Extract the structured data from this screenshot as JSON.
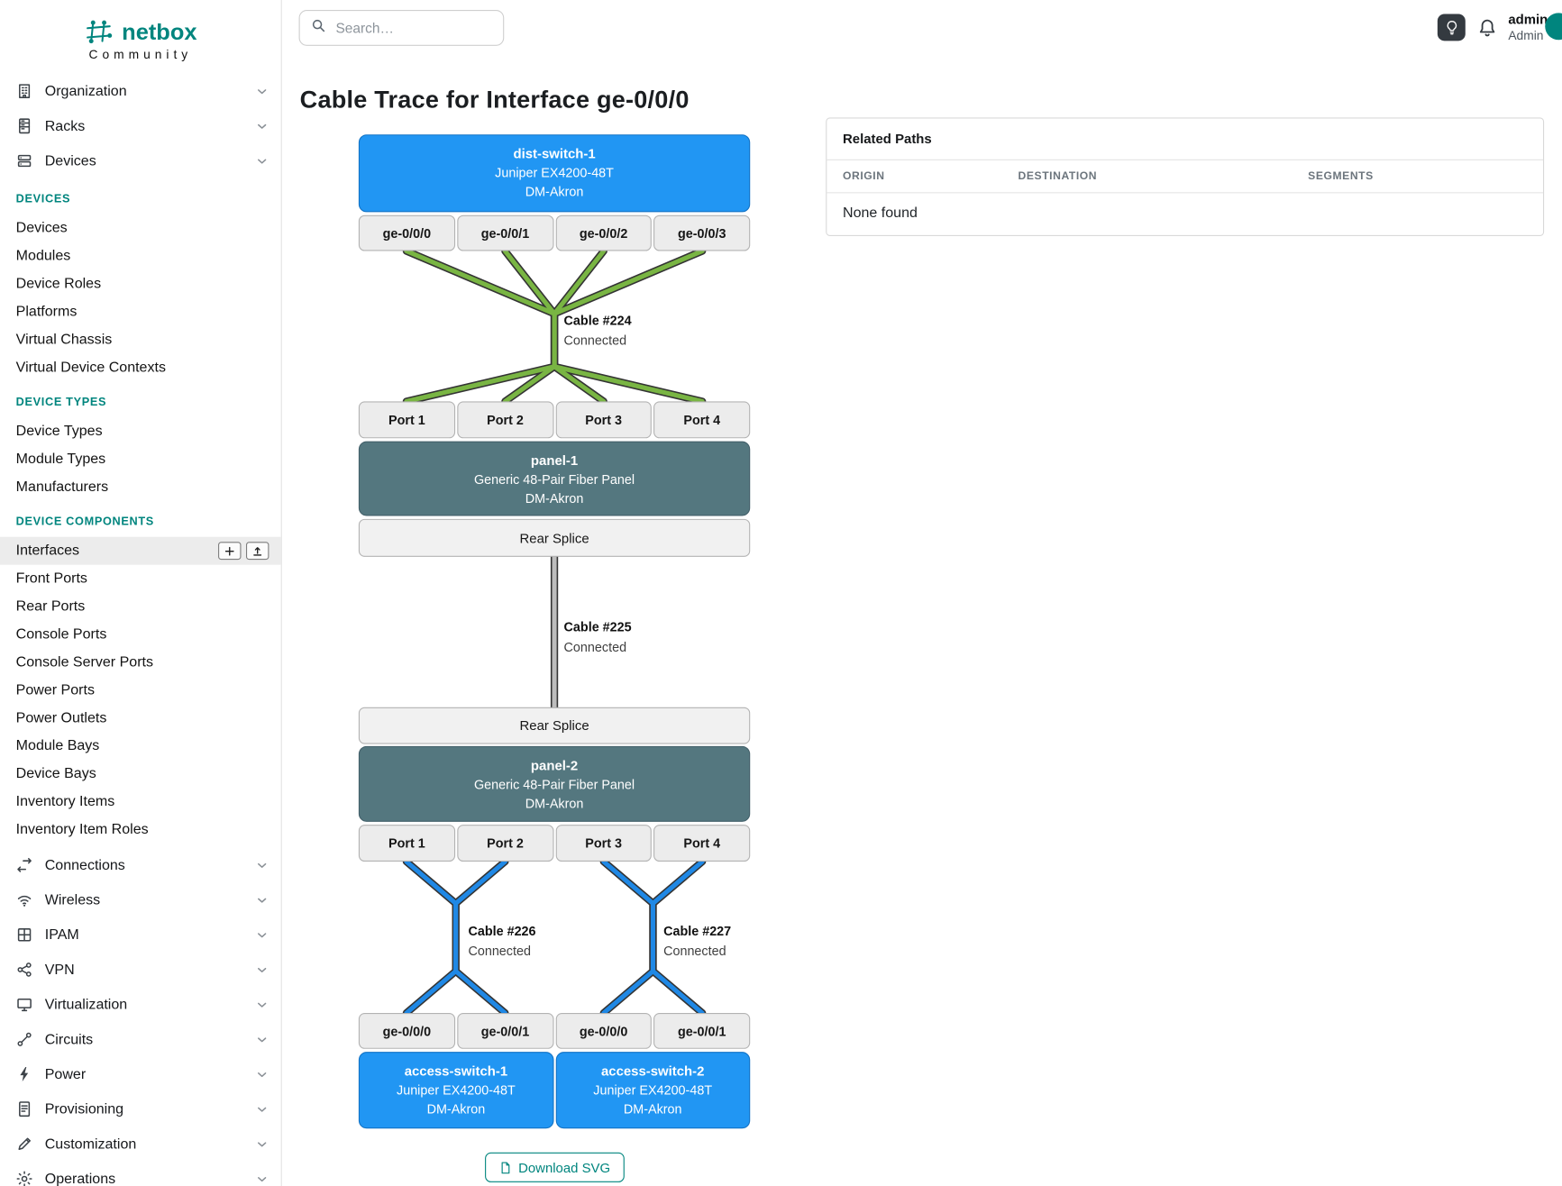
{
  "colors": {
    "accent": "#00857e",
    "device_node": "#2196f3",
    "panel_node": "#54777f",
    "cable_green": "#79b543",
    "cable_blue": "#1f88e5",
    "cable_gray": "#bdbdbd"
  },
  "brand": {
    "name": "netbox",
    "subtitle": "Community"
  },
  "topbar": {
    "search_placeholder": "Search…",
    "user_name": "admin",
    "user_role": "Admin"
  },
  "page_title": "Cable Trace for Interface ge-0/0/0",
  "sidebar": {
    "groups_top": [
      {
        "label": "Organization",
        "icon": "building-icon"
      },
      {
        "label": "Racks",
        "icon": "rack-icon"
      },
      {
        "label": "Devices",
        "icon": "devices-icon"
      }
    ],
    "sections": [
      {
        "heading": "DEVICES",
        "items": [
          "Devices",
          "Modules",
          "Device Roles",
          "Platforms",
          "Virtual Chassis",
          "Virtual Device Contexts"
        ]
      },
      {
        "heading": "DEVICE TYPES",
        "items": [
          "Device Types",
          "Module Types",
          "Manufacturers"
        ]
      },
      {
        "heading": "DEVICE COMPONENTS",
        "active": "Interfaces",
        "items": [
          "Interfaces",
          "Front Ports",
          "Rear Ports",
          "Console Ports",
          "Console Server Ports",
          "Power Ports",
          "Power Outlets",
          "Module Bays",
          "Device Bays",
          "Inventory Items",
          "Inventory Item Roles"
        ]
      }
    ],
    "groups_bottom": [
      {
        "label": "Connections",
        "icon": "connections-icon"
      },
      {
        "label": "Wireless",
        "icon": "wireless-icon"
      },
      {
        "label": "IPAM",
        "icon": "ipam-icon"
      },
      {
        "label": "VPN",
        "icon": "vpn-icon"
      },
      {
        "label": "Virtualization",
        "icon": "virtualization-icon"
      },
      {
        "label": "Circuits",
        "icon": "circuits-icon"
      },
      {
        "label": "Power",
        "icon": "power-icon"
      },
      {
        "label": "Provisioning",
        "icon": "provisioning-icon"
      },
      {
        "label": "Customization",
        "icon": "customization-icon"
      },
      {
        "label": "Operations",
        "icon": "operations-icon"
      }
    ]
  },
  "related_paths": {
    "title": "Related Paths",
    "columns": [
      "ORIGIN",
      "DESTINATION",
      "SEGMENTS"
    ],
    "empty_text": "None found"
  },
  "trace": {
    "nodes": {
      "dist_switch": {
        "name": "dist-switch-1",
        "model": "Juniper EX4200-48T",
        "site": "DM-Akron"
      },
      "panel1": {
        "name": "panel-1",
        "model": "Generic 48-Pair Fiber Panel",
        "site": "DM-Akron"
      },
      "panel2": {
        "name": "panel-2",
        "model": "Generic 48-Pair Fiber Panel",
        "site": "DM-Akron"
      },
      "access_switch_1": {
        "name": "access-switch-1",
        "model": "Juniper EX4200-48T",
        "site": "DM-Akron"
      },
      "access_switch_2": {
        "name": "access-switch-2",
        "model": "Juniper EX4200-48T",
        "site": "DM-Akron"
      }
    },
    "if_row_top": [
      "ge-0/0/0",
      "ge-0/0/1",
      "ge-0/0/2",
      "ge-0/0/3"
    ],
    "port_row_top": [
      "Port 1",
      "Port 2",
      "Port 3",
      "Port 4"
    ],
    "rear_splice": "Rear Splice",
    "port_row_bottom": [
      "Port 1",
      "Port 2",
      "Port 3",
      "Port 4"
    ],
    "if_row_bottom": [
      "ge-0/0/0",
      "ge-0/0/1",
      "ge-0/0/0",
      "ge-0/0/1"
    ],
    "cables": [
      {
        "label": "Cable #224",
        "status": "Connected"
      },
      {
        "label": "Cable #225",
        "status": "Connected"
      },
      {
        "label": "Cable #226",
        "status": "Connected"
      },
      {
        "label": "Cable #227",
        "status": "Connected"
      }
    ],
    "download_label": "Download SVG"
  }
}
